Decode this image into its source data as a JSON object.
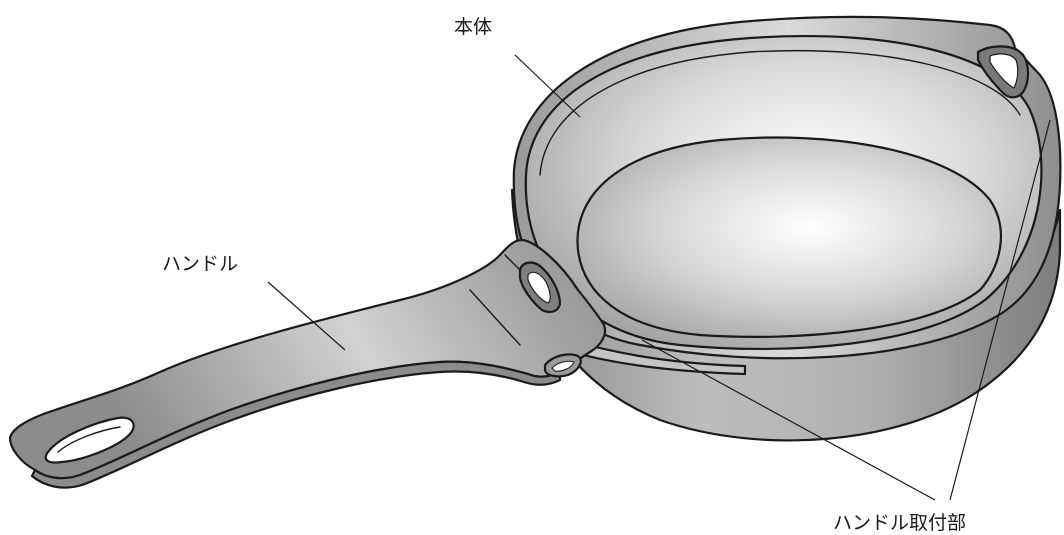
{
  "diagram": {
    "labels": {
      "body": "本体",
      "handle": "ハンドル",
      "handle_mount": "ハンドル取付部"
    },
    "colors": {
      "outline": "#1a1a1a",
      "metal_light": "#f4f4f4",
      "metal_mid": "#bdbdbd",
      "metal_dark": "#8a8a8a"
    }
  }
}
